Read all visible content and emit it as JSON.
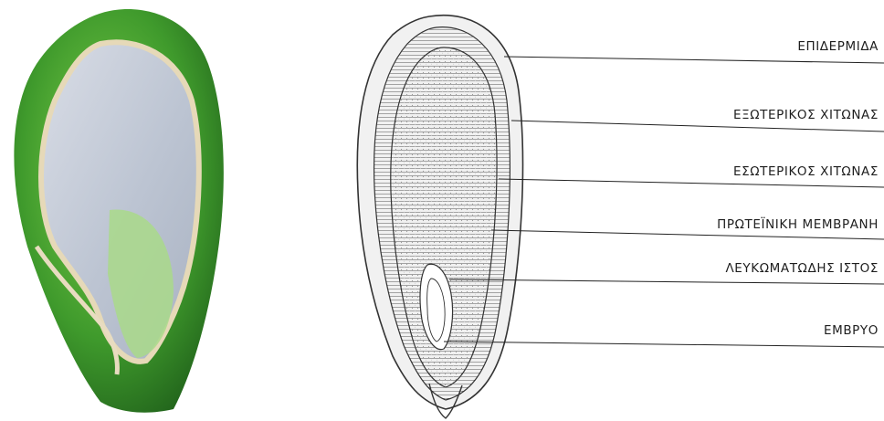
{
  "labels": [
    "ΕΠΙΔΕΡΜΙΔΑ",
    "ΕΞΩΤΕΡΙΚΟΣ ΧΙΤΩΝΑΣ",
    "ΕΣΩΤΕΡΙΚΟΣ ΧΙΤΩΝΑΣ",
    "ΠΡΩΤΕΪΝΙΚΗ ΜΕΜΒΡΑΝΗ",
    "ΛΕΥΚΩΜΑΤΩΔΗΣ ΙΣΤΟΣ",
    "ΕΜΒΡΥΟ"
  ]
}
